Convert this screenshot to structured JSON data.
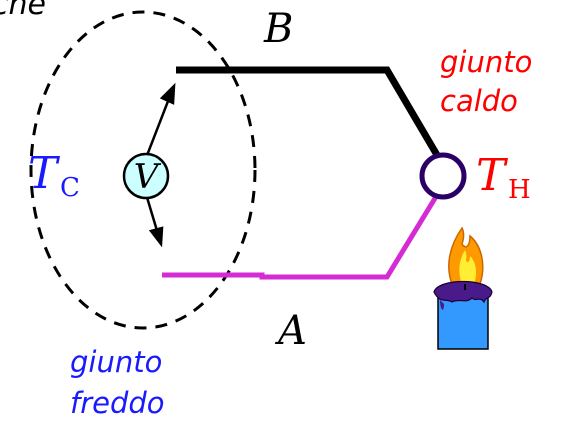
{
  "partial_top_text": "cne",
  "wire_labels": {
    "top": "B",
    "bottom": "A"
  },
  "hot_junction": {
    "line1": "giunto",
    "line2": "caldo"
  },
  "cold_junction": {
    "line1": "giunto",
    "line2": "freddo"
  },
  "cold_temp": {
    "symbol": "T",
    "subscript": "C"
  },
  "hot_temp": {
    "symbol": "T",
    "subscript": "H"
  },
  "voltmeter_label": "V",
  "colors": {
    "wire_b": "#000000",
    "wire_a": "#d42bd4",
    "hot_label": "#ff0000",
    "cold_label": "#1a1aff",
    "junction_ring": "#2b0066",
    "voltmeter_fill": "#ccffff",
    "burner_body": "#3399ff",
    "flame_outer": "#ff9900",
    "flame_inner": "#ffee33"
  },
  "icons": {
    "voltmeter": "voltmeter-icon",
    "burner": "burner-flame-icon"
  }
}
